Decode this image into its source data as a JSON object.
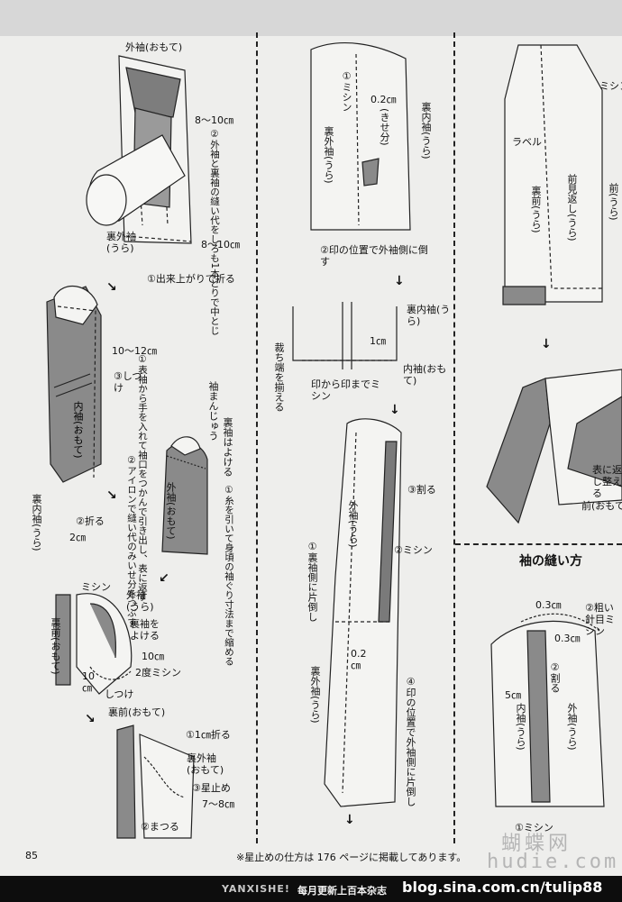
{
  "page_number": "85",
  "footer_note": "※星止めの仕方は 176 ページに掲載してあります。",
  "banner": {
    "brand": "YANXISHE!",
    "slogan": "每月更新上百本杂志",
    "blog": "blog.sina.com.cn/tulip88"
  },
  "watermark": {
    "line1": "蝴蝶网",
    "line2": "hudie.com"
  },
  "col1": {
    "s1_title": "外袖(おもて)",
    "s1_8_10a": "8〜10㎝",
    "s1_step2": "②外袖と裏袖の縫い代をしろも1本どりで中とじ",
    "s1_8_10b": "8〜10㎝",
    "s1_urasode": "裏外袖(うら)",
    "s1_step1": "①出来上がりで折る",
    "s2_10_12": "10〜12㎝",
    "s2_step3": "③しつけ",
    "s2_uchisode": "内袖(おもて)",
    "s2_step1": "①表袖から手を入れて袖口をつかんで引き出し、表に返す",
    "s2_urauchisode": "裏内袖(うら)",
    "s2_step2fold": "②折る",
    "s2_2cm": "2㎝",
    "s3_manjuu": "袖まんじゅう",
    "s3_urasode": "裏袖はよける",
    "s3_gaisode": "外袖(おもて)",
    "s3_step1": "①糸を引いて身頃の袖ぐり寸法まで縮める",
    "s3_step2": "②アイロンで縫い代のみいせ分をつぶす",
    "s4_mishin": "ミシン",
    "s4_gaisode": "外袖(うら)",
    "s4_uramae": "裏前(おもて)",
    "s4_urasode_yokeru": "裏袖をよける",
    "s4_10cm_a": "10㎝",
    "s4_2do": "2度ミシン",
    "s4_10cm_b": "10㎝",
    "s4_shitsuke": "しつけ",
    "s5_uramae": "裏前(おもて)",
    "s5_step1": "①1㎝折る",
    "s5_uragaisode": "裏外袖(おもて)",
    "s5_step3": "③星止め",
    "s5_7_8": "7〜8㎝",
    "s5_step2": "②まつる"
  },
  "col2": {
    "a_step1": "①ミシン",
    "a_02": "0.2㎝",
    "a_kisebun": "(きせ分)",
    "a_urauchi": "裏内袖(うら)",
    "a_uragai": "裏外袖(うら)",
    "a_step2": "②印の位置で外袖側に倒す",
    "b_urauchi": "裏内袖(うら)",
    "b_1cm": "1㎝",
    "b_saichi": "裁ち端を揃える",
    "b_inmishin": "印から印までミシン",
    "b_uchisode": "内袖(おもて)",
    "c_step3": "③割る",
    "c_gaisode": "外袖(うら)",
    "c_step2": "②ミシン",
    "c_step1": "①裏袖側に片倒し",
    "c_02": "0.2㎝",
    "c_uragai": "裏外袖(うら)",
    "c_step4": "④印の位置で外袖側に片倒し"
  },
  "col3": {
    "a_mishin": "ミシン",
    "a_label": "ラベル",
    "a_urama": "裏前(うら)",
    "a_mikaeshi": "前見返し(うら)",
    "a_mae": "前(うら)",
    "b_omote": "表に返し整える",
    "b_mae": "前(おもて)",
    "section_title": "袖の縫い方",
    "c_03a": "0.3㎝",
    "c_step2": "②粗い針目ミシン",
    "c_03b": "0.3㎝",
    "c_waru": "②割る",
    "c_5cm": "5㎝",
    "c_uchisode": "内袖(うら)",
    "c_gaisode": "外袖(うら)",
    "c_step1": "①ミシン"
  },
  "colors": {
    "background": "#eeeeec",
    "fabric_dark": "#8a8a8a",
    "fabric_light": "#f4f4f2",
    "banner": "#0d0d0d"
  }
}
